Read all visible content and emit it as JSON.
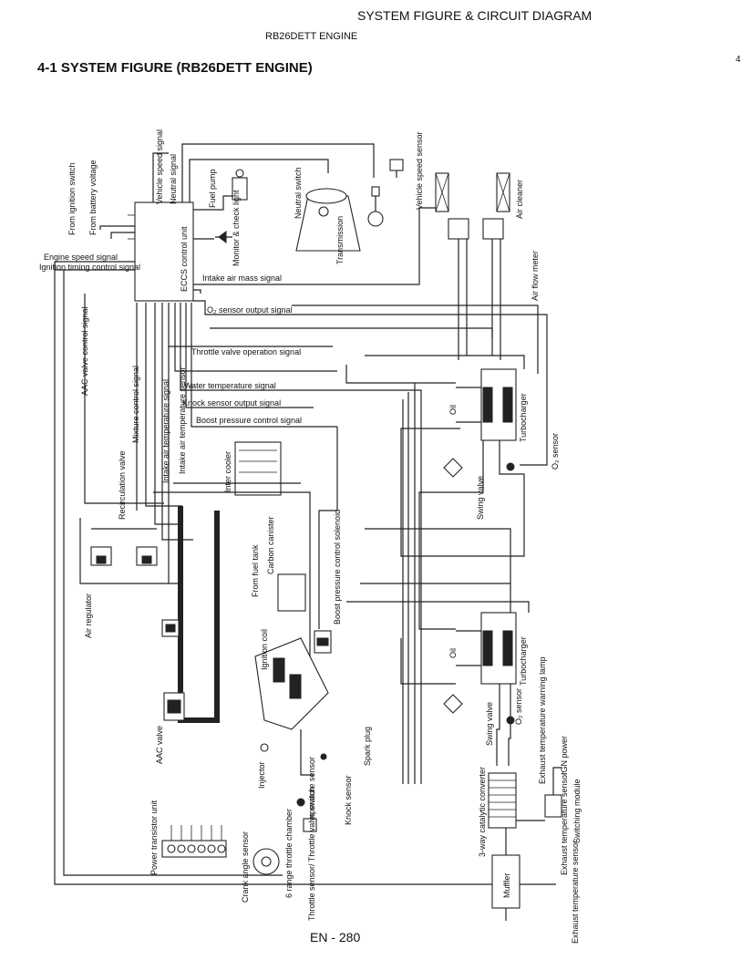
{
  "header": {
    "title": "SYSTEM FIGURE & CIRCUIT DIAGRAM",
    "subtitle": "RB26DETT ENGINE",
    "section": "4-1 SYSTEM FIGURE (RB26DETT ENGINE)",
    "corner": "4"
  },
  "footer": {
    "page": "EN - 280"
  },
  "labels": {
    "from_ignition_switch": "From ignition switch",
    "from_battery_voltage": "From battery voltage",
    "vehicle_speed_signal": "Vehicle speed signal",
    "neutral_signal": "Neutral signal",
    "fuel_pump": "Fuel pump",
    "monitor_check_light": "Monitor & check light",
    "ecu": "ECCS control unit",
    "neutral_switch": "Neutral switch",
    "transmission": "Transmission",
    "vehicle_speed_sensor": "Vehicle speed sensor",
    "air_cleaner": "Air cleaner",
    "air_flow_meter": "Air flow meter",
    "engine_speed_signal": "Engine speed signal",
    "ignition_timing_control_signal": "Ignition timing control signal",
    "intake_air_mass_signal": "Intake air mass signal",
    "o2_sensor_output_signal": "O₂ sensor output signal",
    "throttle_valve_operation_signal": "Throttle valve operation signal",
    "water_temperature_signal": "Water temperature signal",
    "knock_sensor_output_signal": "Knock sensor output signal",
    "boost_pressure_control_signal": "Boost pressure control signal",
    "aac_valve_control_signal": "AAC valve control signal",
    "recirculation_valve": "Recirculation valve",
    "mixture_control_signal": "Mixture control signal",
    "intake_air_temperature_signal": "Intake air temperature signal",
    "intake_air_temperature_sensor": "Intake air temperature sensor",
    "inter_cooler": "Inter cooler",
    "turbocharger_upper": "Turbocharger",
    "turbocharger_lower": "Turbocharger",
    "oil_upper": "Oil",
    "oil_lower": "Oil",
    "o2_sensor_upper": "O₂ sensor",
    "o2_sensor_lower": "O₂ sensor",
    "swing_valve_upper": "Swing valve",
    "swing_valve_lower": "Swing valve",
    "boost_pressure_control_solenoid": "Boost pressure control solenoid",
    "from_fuel_tank": "From fuel tank",
    "carbon_canister": "Carbon canister",
    "air_regulator": "Air regulator",
    "ignition_coil": "Ignition coil",
    "spark_plug": "Spark plug",
    "aac_valve": "AAC valve",
    "injector": "Injector",
    "temperature_sensor": "Temperature sensor",
    "knock_sensor": "Knock sensor",
    "power_transistor_unit": "Power transistor unit",
    "crank_angle_sensor": "Crank angle sensor",
    "six_range_throttle_chamber": "6 range throttle chamber",
    "throttle_sensor": "Throttle sensor/ Throttle valve switch",
    "three_way_catalytic_converter": "3-way catalytic converter",
    "exhaust_temperature_warning_lamp": "Exhaust temperature warning lamp",
    "ign_power": "IGN power",
    "switching_module": "Switching module",
    "exhaust_temperature_sensor_a": "Exhaust temperature sensor",
    "exhaust_temperature_sensor_b": "Exhaust temperature sensor",
    "muffler": "Muffler"
  }
}
